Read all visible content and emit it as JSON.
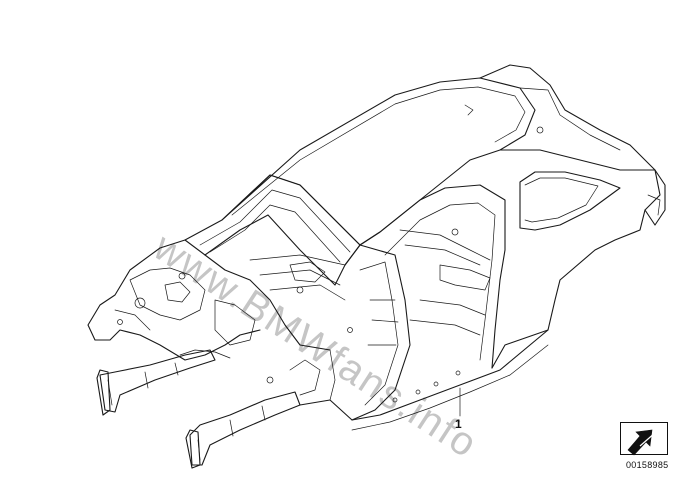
{
  "diagram": {
    "callout_label": "1",
    "reference_number": "00158985",
    "watermark": "www.BMWfans.info",
    "icon": "arrow-down-left-icon",
    "colors": {
      "line": "#1a1a1a",
      "watermark": "#969696",
      "background": "#ffffff"
    }
  }
}
